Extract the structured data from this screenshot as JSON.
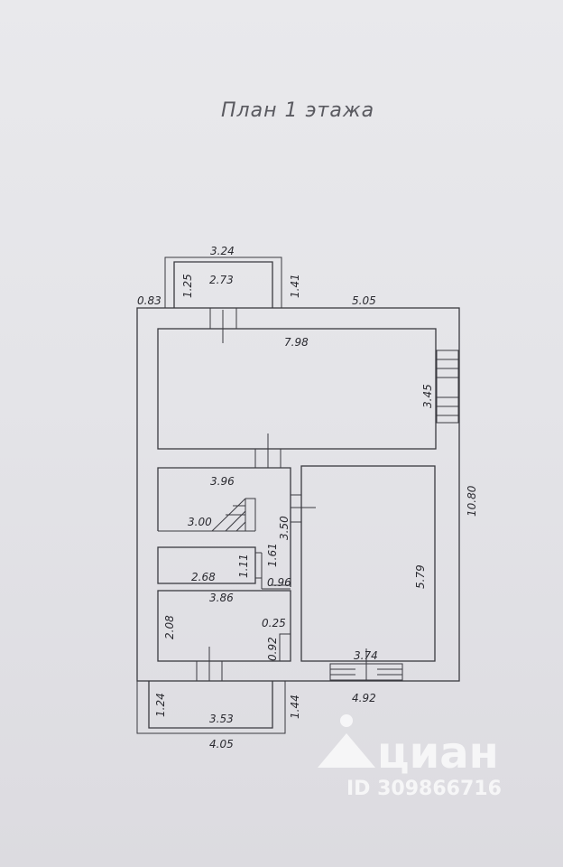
{
  "title": "План 1 этажа",
  "dims": {
    "porch_top_width": "3.24",
    "porch_top_inner": "2.73",
    "porch_top_left": "1.25",
    "porch_top_right": "1.41",
    "offset_left": "0.83",
    "top_right": "5.05",
    "room1_width": "7.98",
    "room1_depth": "3.45",
    "overall_depth": "10.80",
    "stair_room_width": "3.96",
    "stair_length": "3.00",
    "stair_depth": "3.50",
    "small_room_width": "2.68",
    "small_room_depth": "1.11",
    "hall_1": "1.61",
    "hall_2": "0.96",
    "room_bl_width": "3.86",
    "room_bl_depth": "2.08",
    "niche_depth": "0.25",
    "niche_width": "0.92",
    "room_br_depth": "5.79",
    "room_br_width": "3.74",
    "bottom_right": "4.92",
    "porch_bottom_left": "1.24",
    "porch_bottom_inner": "3.53",
    "porch_bottom_right": "1.44",
    "porch_bottom_width": "4.05"
  },
  "watermark": {
    "brand": "циан",
    "id": "ID 309866716"
  }
}
